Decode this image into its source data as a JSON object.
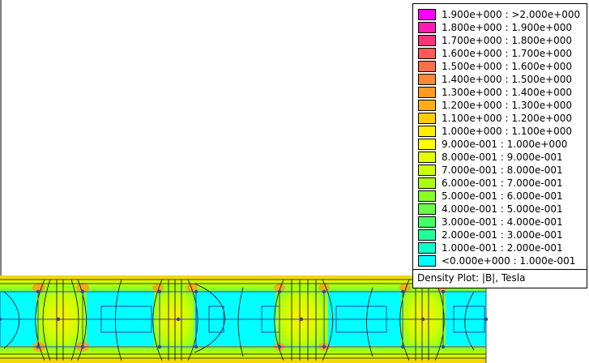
{
  "plot": {
    "type": "density-plot",
    "quantity": "|B|, Tesla"
  },
  "legend": {
    "title": "Density Plot: |B|, Tesla",
    "entries": [
      {
        "label": "1.900e+000 : >2.000e+000",
        "color": "#ff00ff"
      },
      {
        "label": "1.800e+000 : 1.900e+000",
        "color": "#ff1ab4"
      },
      {
        "label": "1.700e+000 : 1.800e+000",
        "color": "#ff3377"
      },
      {
        "label": "1.600e+000 : 1.700e+000",
        "color": "#ff5a55"
      },
      {
        "label": "1.500e+000 : 1.600e+000",
        "color": "#ff6e44"
      },
      {
        "label": "1.400e+000 : 1.500e+000",
        "color": "#ff8830"
      },
      {
        "label": "1.300e+000 : 1.400e+000",
        "color": "#ff9b1e"
      },
      {
        "label": "1.200e+000 : 1.300e+000",
        "color": "#ffb010"
      },
      {
        "label": "1.100e+000 : 1.200e+000",
        "color": "#ffcc00"
      },
      {
        "label": "1.000e+000 : 1.100e+000",
        "color": "#ffee00"
      },
      {
        "label": "9.000e-001 : 1.000e+000",
        "color": "#ffff00"
      },
      {
        "label": "8.000e-001 : 9.000e-001",
        "color": "#e6ff00"
      },
      {
        "label": "7.000e-001 : 8.000e-001",
        "color": "#ccff00"
      },
      {
        "label": "6.000e-001 : 7.000e-001",
        "color": "#aaff11"
      },
      {
        "label": "5.000e-001 : 6.000e-001",
        "color": "#88ff22"
      },
      {
        "label": "4.000e-001 : 5.000e-001",
        "color": "#66ff44"
      },
      {
        "label": "3.000e-001 : 4.000e-001",
        "color": "#44ff66"
      },
      {
        "label": "2.000e-001 : 3.000e-001",
        "color": "#22ff99"
      },
      {
        "label": "1.000e-001 : 2.000e-001",
        "color": "#11ffcc"
      },
      {
        "label": "<0.000e+000 : 1.000e-001",
        "color": "#00ffff"
      }
    ]
  }
}
